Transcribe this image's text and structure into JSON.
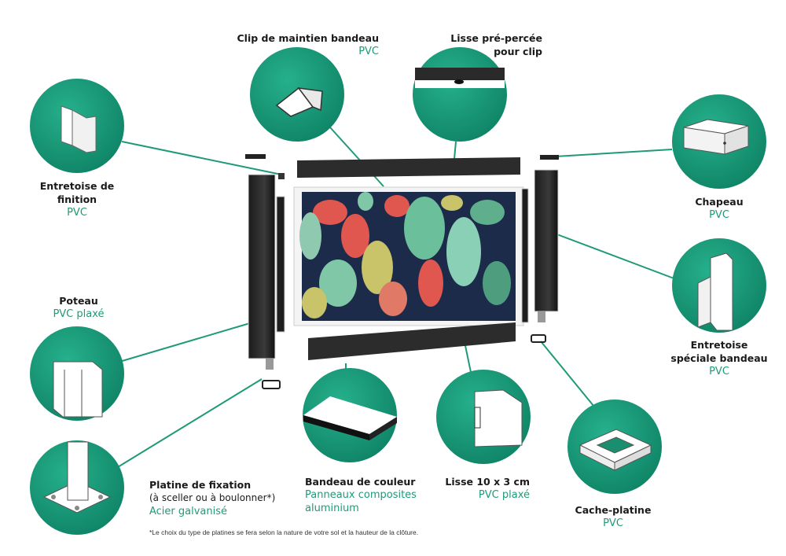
{
  "colors": {
    "accent": "#1f9a78",
    "circle": "#17997a",
    "dark": "#2a2a2a"
  },
  "labels": {
    "entretoise_finition": {
      "title_1": "Entretoise de",
      "title_2": "finition",
      "material": "PVC"
    },
    "clip_maintien": {
      "title": "Clip de maintien bandeau",
      "material": "PVC"
    },
    "lisse_percee": {
      "title_1": "Lisse pré-percée",
      "title_2": "pour clip"
    },
    "chapeau": {
      "title": "Chapeau",
      "material": "PVC"
    },
    "poteau": {
      "title": "Poteau",
      "material": "PVC plaxé"
    },
    "entretoise_speciale": {
      "title_1": "Entretoise",
      "title_2": "spéciale bandeau",
      "material": "PVC"
    },
    "platine": {
      "title": "Platine de fixation",
      "note": "(à sceller ou à boulonner*)",
      "material": "Acier galvanisé"
    },
    "bandeau": {
      "title": "Bandeau de couleur",
      "material_1": "Panneaux composites",
      "material_2": "aluminium"
    },
    "lisse": {
      "title": "Lisse 10 x 3 cm",
      "material": "PVC plaxé"
    },
    "cache_platine": {
      "title": "Cache-platine",
      "material": "PVC"
    }
  },
  "footnote": "*Le choix du type de platines se fera selon la nature de votre sol et la hauteur de la clôture."
}
